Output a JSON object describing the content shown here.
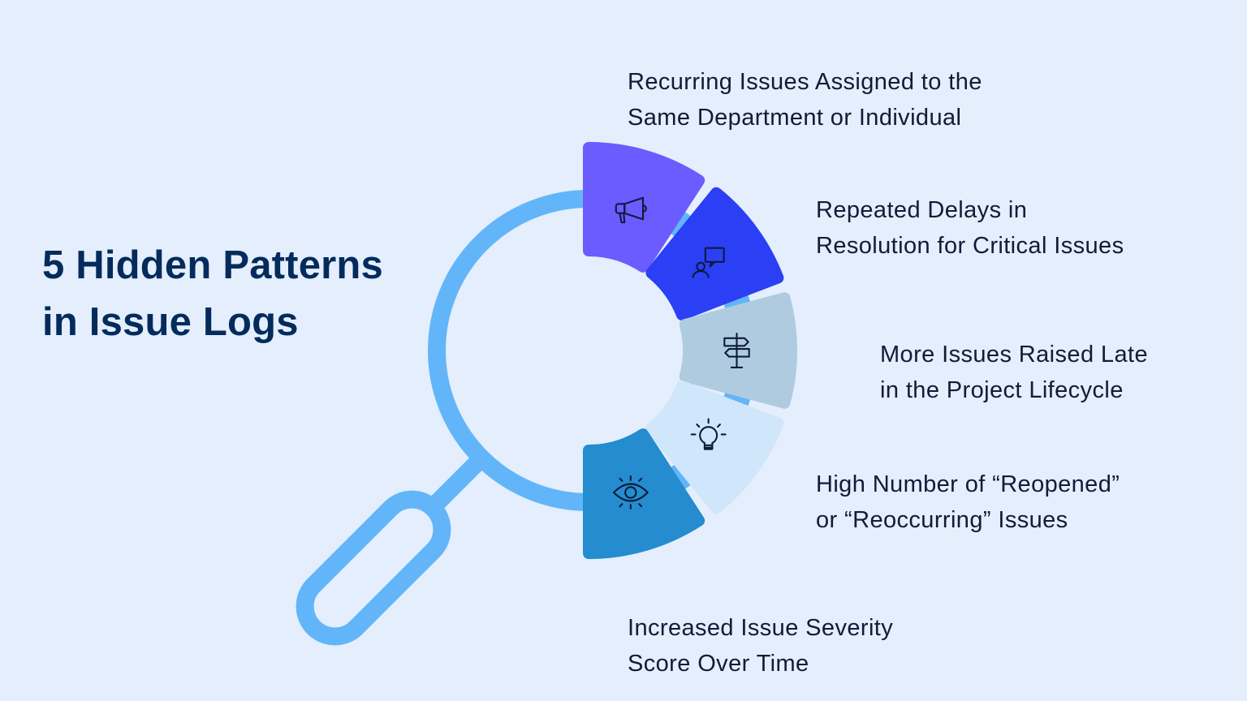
{
  "title": {
    "line1": "5 Hidden Patterns",
    "line2": "in Issue Logs"
  },
  "colors": {
    "background": "#e4eefc",
    "magnifier": "#62b5f9",
    "title_text": "#032b5c",
    "label_text": "#101c38",
    "icon_stroke": "#0d1b3a"
  },
  "patterns": [
    {
      "icon": "megaphone-icon",
      "color": "#6a5cff",
      "lines": [
        "Recurring Issues Assigned to the",
        "Same Department or Individual"
      ]
    },
    {
      "icon": "person-speech-bubble-icon",
      "color": "#2b3ff5",
      "lines": [
        "Repeated Delays in",
        "Resolution for Critical Issues"
      ]
    },
    {
      "icon": "signpost-icon",
      "color": "#afcbe0",
      "lines": [
        "More Issues Raised Late",
        "in the Project Lifecycle"
      ]
    },
    {
      "icon": "lightbulb-icon",
      "color": "#cfe6fb",
      "lines": [
        "High Number of “Reopened”",
        "or “Reoccurring” Issues"
      ]
    },
    {
      "icon": "eye-icon",
      "color": "#248ccf",
      "lines": [
        "Increased Issue Severity",
        "Score Over Time"
      ]
    }
  ]
}
